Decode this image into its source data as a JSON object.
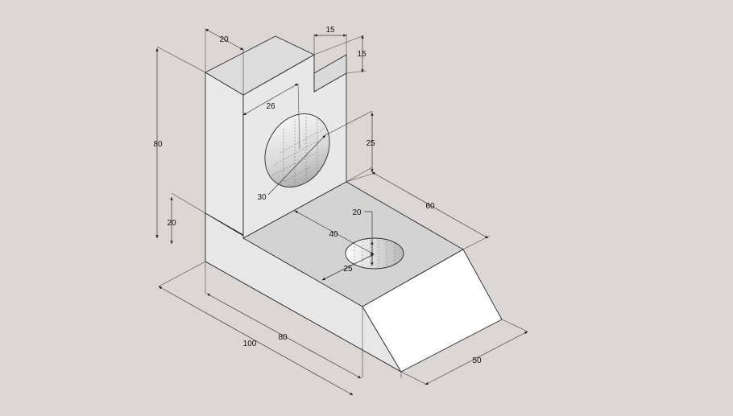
{
  "drawing": {
    "dimensions": {
      "overall_length": "100",
      "base_length": "80",
      "height": "80",
      "base_height": "20",
      "upright_thickness": "20",
      "notch_width": "15",
      "notch_depth": "15",
      "bore_offset": "26",
      "bore_diameter": "30",
      "bore_height": "25",
      "width": "60",
      "hole_offset": "40",
      "hole_depth": "20",
      "hole_position": "25",
      "slope_width": "50"
    },
    "colors": {
      "background": "#d9d8d4",
      "face_light": "#ffffff",
      "face_mid": "#e8e8e8",
      "face_dark": "#d2d2d2",
      "line": "#2a2a2a"
    }
  }
}
